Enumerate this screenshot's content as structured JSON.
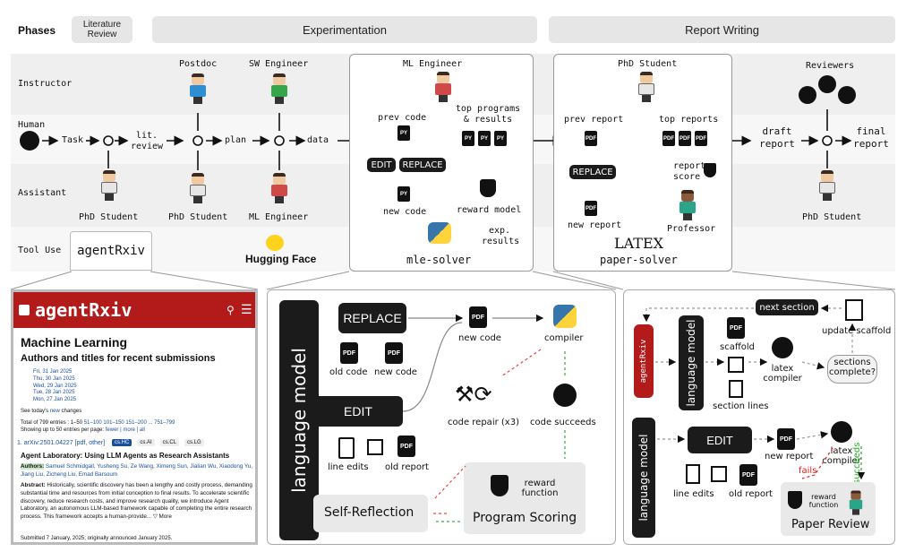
{
  "header": {
    "phases": "Phases",
    "lit_review": "Literature Review",
    "experimentation": "Experimentation",
    "report_writing": "Report Writing"
  },
  "rows": {
    "instructor": "Instructor",
    "human": "Human",
    "assistant": "Assistant",
    "tool_use": "Tool Use"
  },
  "roles": {
    "postdoc": "Postdoc",
    "sw_engineer": "SW Engineer",
    "ml_engineer": "ML Engineer",
    "phd_student": "PhD Student",
    "reviewers": "Reviewers",
    "professor": "Professor"
  },
  "flow": {
    "task": "Task",
    "lit_review": "lit. review",
    "plan": "plan",
    "data": "data",
    "draft": "draft report",
    "final": "final report"
  },
  "tools": {
    "agentrxiv": "agentRxiv",
    "hf": "Hugging Face"
  },
  "mle": {
    "title": "ML Engineer",
    "prev_code": "prev code",
    "top_programs": "top programs & results",
    "edit": "EDIT",
    "replace": "REPLACE",
    "new_code": "new code",
    "reward_model": "reward model",
    "exp_results": "exp. results",
    "name": "mle-solver",
    "py": "PY"
  },
  "paper": {
    "title": "PhD Student",
    "prev_report": "prev report",
    "top_reports": "top reports",
    "replace": "REPLACE",
    "report_score": "report score",
    "new_report": "new report",
    "latex": "LATEX",
    "name": "paper-solver",
    "pdf": "PDF"
  },
  "arxiv": {
    "logo": "agentRxiv",
    "heading": "Machine Learning",
    "sub": "Authors and titles for recent submissions",
    "dates": [
      "Fri, 31 Jan 2025",
      "Thu, 30 Jan 2025",
      "Wed, 29 Jan 2025",
      "Tue, 28 Jan 2025",
      "Mon, 27 Jan 2025"
    ],
    "see_today": "See today's",
    "new_link": "new",
    "changes": "changes",
    "total": "Total of 799 entries : 1–50",
    "pages": "51–100 101–150 151–200 ... 751–799",
    "showing": "Showing up to 50 entries per page:",
    "fewer": "fewer | more | all",
    "entry_id": "1. arXiv:2501.04227",
    "entry_links": "[pdf, other]",
    "tags": [
      "cs.HC",
      "cs.AI",
      "cs.CL",
      "cs.LG"
    ],
    "paper_title": "Agent Laboratory: Using LLM Agents as Research Assistants",
    "authors_label": "Authors:",
    "authors": "Samuel Schmidgall, Yusheng Su, Ze Wang, Ximeng Sun, Jialian Wu, Xiaodong Yu, Jiang Liu, Zicheng Liu, Emad Barsoum",
    "abstract_label": "Abstract:",
    "abstract": "Historically, scientific discovery has been a lengthy and costly process, demanding substantial time and resources from initial conception to final results. To accelerate scientific discovery, reduce research costs, and improve research quality, we introduce Agent Laboratory, an autonomous LLM-based framework capable of completing the entire research process. This framework accepts a human-provide... ▽ More",
    "submitted": "Submitted 7 January, 2025; originally announced January 2025."
  },
  "mid": {
    "lm": "language model",
    "replace": "REPLACE",
    "old_code": "old code",
    "new_code_a": "new code",
    "new_code_b": "new code",
    "edit": "EDIT",
    "compiler": "compiler",
    "code_repair": "code repair (x3)",
    "code_succeeds": "code succeeds",
    "line_edits": "line edits",
    "old_report": "old report",
    "reward": "reward function",
    "program_scoring": "Program Scoring",
    "self_reflection": "Self-Reflection"
  },
  "right": {
    "next_section": "next section",
    "update_scaffold": "update scaffold",
    "lm": "language model",
    "lm2": "language model",
    "scaffold": "scaffold",
    "latex_compiler": "latex compiler",
    "sections_complete": "sections complete?",
    "section_lines": "section lines",
    "edit": "EDIT",
    "new_report": "new report",
    "latex_compiler2": "latex compiler",
    "fails": "fails",
    "succeeds": "succeeds",
    "line_edits": "line edits",
    "old_report": "old report",
    "reward": "reward function",
    "paper_review": "Paper Review",
    "agentrxiv": "agentRxiv"
  }
}
